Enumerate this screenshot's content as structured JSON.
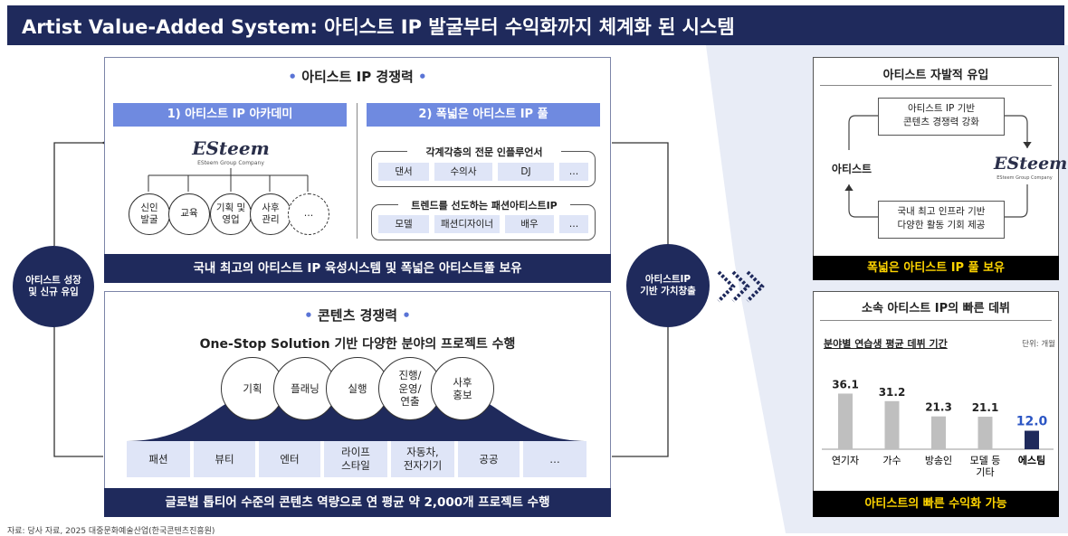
{
  "header": {
    "title": "Artist Value-Added System: 아티스트 IP 발굴부터 수익화까지 체계화 된 시스템"
  },
  "ip_box": {
    "title": "아티스트 IP 경쟁력",
    "academy": {
      "heading": "1) 아티스트 IP 아카데미",
      "logo": "ESteem",
      "logo_sub": "ESteem Group Company",
      "steps": [
        "신인\n발굴",
        "교육",
        "기획 및\n영업",
        "사후\n관리",
        "…"
      ]
    },
    "pool": {
      "heading": "2) 폭넓은 아티스트 IP 풀",
      "group1": {
        "title": "각계각층의 전문 인플루언서",
        "items": [
          "댄서",
          "수의사",
          "DJ",
          "…"
        ]
      },
      "group2": {
        "title": "트렌드를 선도하는 패션아티스트IP",
        "items": [
          "모델",
          "패션디자이너",
          "배우",
          "…"
        ]
      }
    },
    "footer": "국내 최고의 아티스트 IP 육성시스템 및 폭넓은 아티스트풀 보유"
  },
  "content_box": {
    "title": "콘텐츠 경쟁력",
    "subtitle": "One-Stop Solution 기반 다양한 분야의 프로젝트 수행",
    "stages": [
      "기획",
      "플래닝",
      "실행",
      "진행/\n운영/\n연출",
      "사후\n홍보"
    ],
    "fields": [
      "패션",
      "뷰티",
      "엔터",
      "라이프\n스타일",
      "자동차,\n전자기기",
      "공공",
      "…"
    ],
    "footer": "글로벌 톱티어 수준의 콘텐츠 역량으로 연 평균 약 2,000개 프로젝트 수행"
  },
  "left_circle": "아티스트 성장\n및 신규 유입",
  "right_circle": "아티스트IP\n기반 가치창출",
  "inflow_box": {
    "title": "아티스트 자발적 유입",
    "top_text": "아티스트 IP 기반\n콘텐츠 경쟁력 강화",
    "bottom_text": "국내 최고 인프라 기반\n다양한 활동 기회 제공",
    "left_label": "아티스트",
    "logo": "ESteem",
    "logo_sub": "ESteem Group Company",
    "footer": "폭넓은 아티스트 IP 풀 보유",
    "footer_color": "#ffd500"
  },
  "debut_box": {
    "title": "소속 아티스트 IP의 빠른 데뷔",
    "footer": "아티스트의 빠른 수익화 가능",
    "footer_color": "#ffd500"
  },
  "chart_data": {
    "type": "bar",
    "title": "분야별 연습생 평균 데뷔 기간",
    "unit": "단위: 개월",
    "categories": [
      "연기자",
      "가수",
      "방송인",
      "모델 등\n기타",
      "에스팀"
    ],
    "values": [
      36.1,
      31.2,
      21.3,
      21.1,
      12.0
    ],
    "value_labels": [
      "36.1",
      "31.2",
      "21.3",
      "21.1",
      "12.0"
    ],
    "colors": [
      "#bfbfbf",
      "#bfbfbf",
      "#bfbfbf",
      "#bfbfbf",
      "#1f2a5c"
    ],
    "highlight_color": "#2b55c4",
    "ylim": [
      0,
      40
    ]
  },
  "source": "자료: 당사 자료, 2025 대중문화예술산업(한국콘텐츠진흥원)"
}
